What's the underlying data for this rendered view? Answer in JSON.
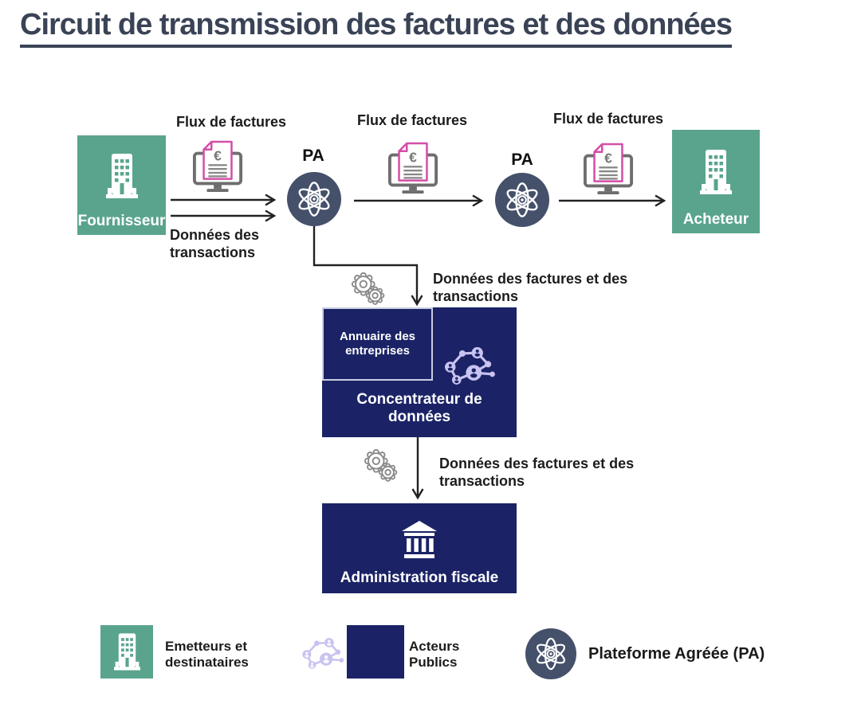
{
  "title": "Circuit de transmission des factures et des données",
  "nodes": {
    "supplier": "Fournisseur",
    "buyer": "Acheteur",
    "pa": "PA",
    "concentrator_line1": "Concentrateur de",
    "concentrator_line2": "données",
    "directory_line1": "Annuaire des",
    "directory_line2": "entreprises",
    "tax_admin": "Administration fiscale"
  },
  "labels": {
    "invoice_flow": "Flux de factures",
    "transaction_data_line1": "Données des",
    "transaction_data_line2": "transactions",
    "invoice_transaction_data_line1": "Données des factures et des",
    "invoice_transaction_data_line2": "transactions"
  },
  "legend": {
    "emitters_line1": "Emetteurs et",
    "emitters_line2": "destinataires",
    "public_actors_line1": "Acteurs",
    "public_actors_line2": "Publics",
    "approved_platform": "Plateforme Agréée (PA)"
  },
  "icons": {
    "euro_symbol": "€"
  },
  "colors": {
    "green": "#5aa48e",
    "navy": "#1b2366",
    "slate": "#45506a",
    "pink": "#d44fa8",
    "lavender": "#c8c3f0",
    "title_text": "#3a4356",
    "arrow": "#222222"
  }
}
